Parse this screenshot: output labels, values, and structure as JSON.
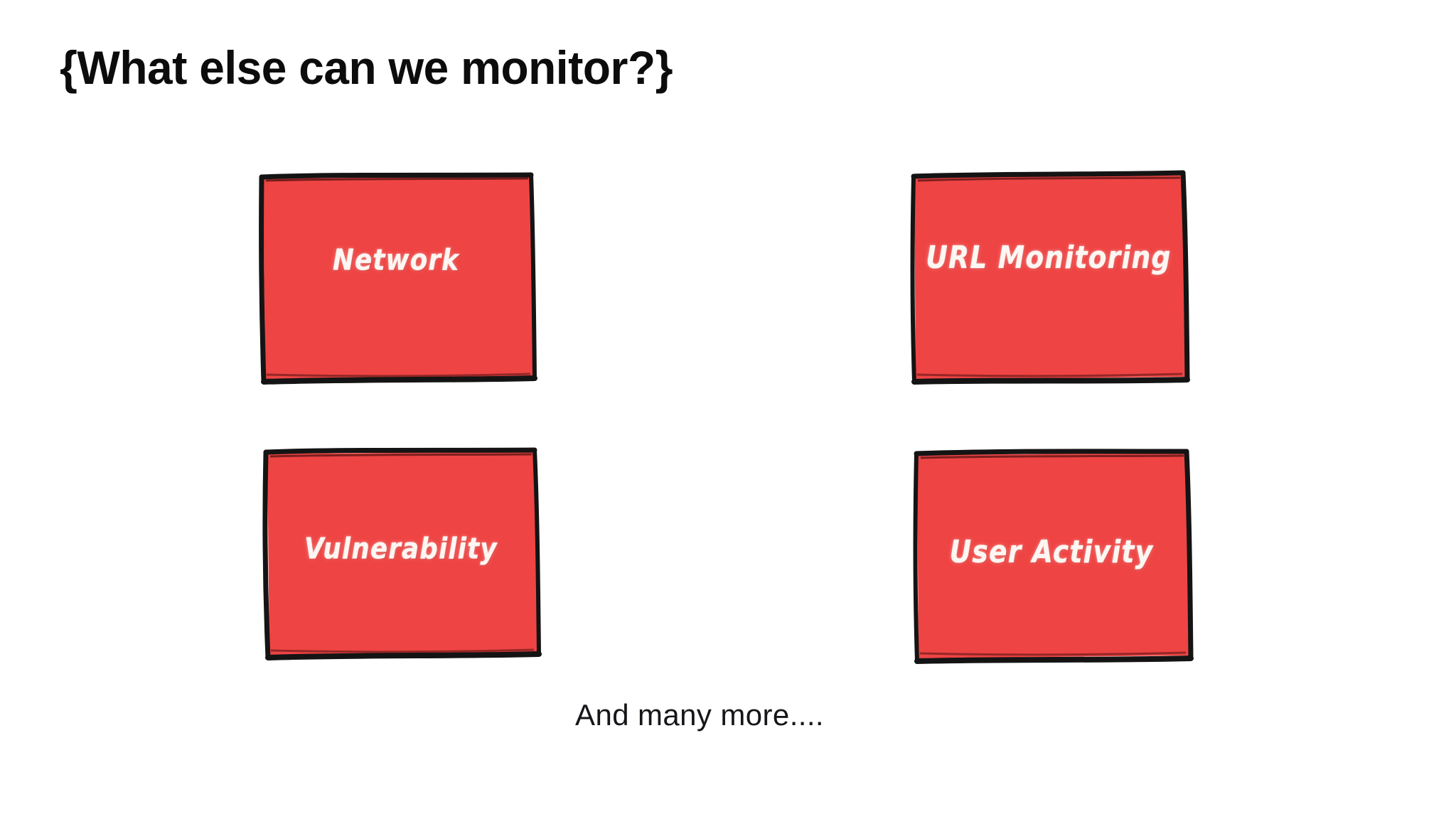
{
  "slide": {
    "title": "{What else can we monitor?}",
    "caption": "And many more....",
    "background_color": "#ffffff",
    "title_color": "#0c0c0c",
    "accent_color": "#EF4444",
    "frame_color": "#141414",
    "label_color": "#FDF6F2"
  },
  "cards": [
    {
      "id": "network",
      "label": "Network"
    },
    {
      "id": "url",
      "label": "URL Monitoring"
    },
    {
      "id": "vulnerability",
      "label": "Vulnerability"
    },
    {
      "id": "useractivity",
      "label": "User Activity"
    }
  ]
}
